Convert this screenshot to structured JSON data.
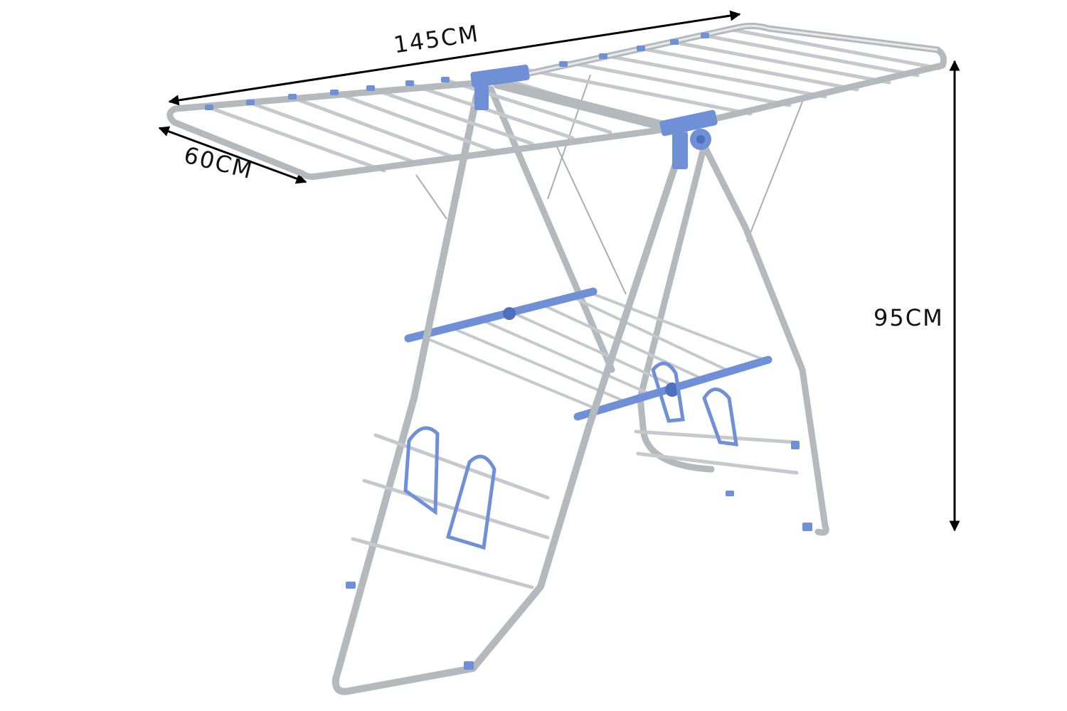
{
  "dimensions": {
    "length": "145CM",
    "width": "60CM",
    "height": "95CM"
  },
  "colors": {
    "frame": "#b4b9be",
    "frame_dark": "#8e9399",
    "frame_light": "#e7e9eb",
    "plastic": "#6f8fd6",
    "plastic_dark": "#4d6fbd",
    "arrow": "#000000"
  }
}
